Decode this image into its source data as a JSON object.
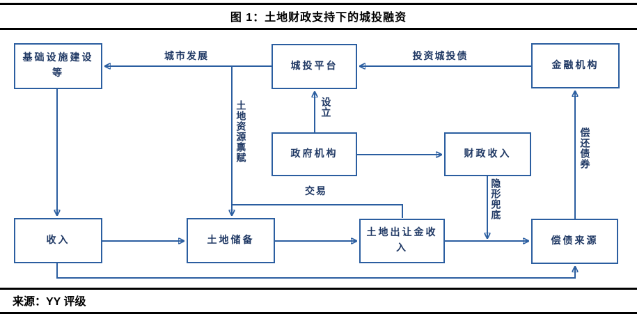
{
  "title": "图 1：土地财政支持下的城投融资",
  "source": "来源：YY 评级",
  "colors": {
    "diagram_blue": "#2b5ea0",
    "text_navy": "#1f3864",
    "rule_black": "#000000"
  },
  "diagram": {
    "nodes": [
      {
        "id": "infrastructure",
        "label": "基础设施建设等"
      },
      {
        "id": "chengtou-platform",
        "label": "城投平台"
      },
      {
        "id": "financial-institutions",
        "label": "金融机构"
      },
      {
        "id": "government-agencies",
        "label": "政府机构"
      },
      {
        "id": "fiscal-revenue",
        "label": "财政收入"
      },
      {
        "id": "income",
        "label": "收入"
      },
      {
        "id": "land-reserve",
        "label": "土地储备"
      },
      {
        "id": "land-transfer-income",
        "label": "土地出让金收入"
      },
      {
        "id": "debt-repayment-source",
        "label": "偿债来源"
      }
    ],
    "edge_labels": [
      {
        "id": "city-development",
        "text": "城市发展"
      },
      {
        "id": "invest-chengtou-bonds",
        "text": "投资城投债"
      },
      {
        "id": "establish",
        "text": "设立"
      },
      {
        "id": "land-resource-endowment",
        "text": "土地资源禀赋"
      },
      {
        "id": "transaction",
        "text": "交易"
      },
      {
        "id": "implicit-backstop",
        "text": "隐形兜底"
      },
      {
        "id": "repay-bonds",
        "text": "偿还债券"
      }
    ]
  }
}
